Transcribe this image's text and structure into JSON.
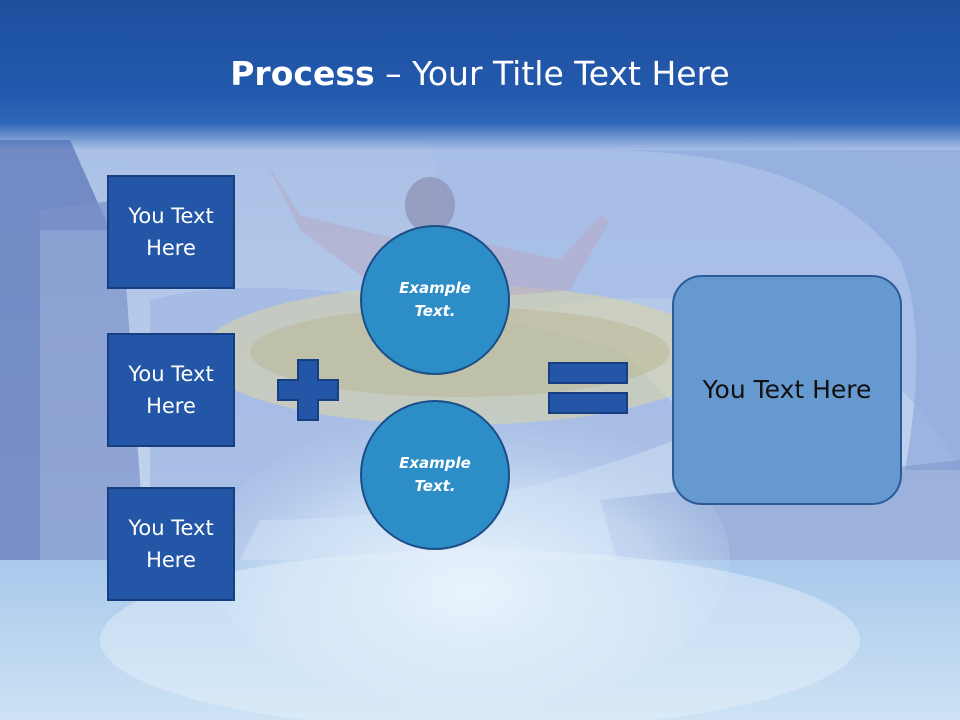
{
  "title": {
    "bold": "Process",
    "rest": " – Your Title Text Here"
  },
  "left_boxes": [
    {
      "line1": "You Text",
      "line2": "Here"
    },
    {
      "line1": "You Text",
      "line2": "Here"
    },
    {
      "line1": "You Text",
      "line2": "Here"
    }
  ],
  "circles": [
    {
      "line1": "Example",
      "line2": "Text."
    },
    {
      "line1": "Example",
      "line2": "Text."
    }
  ],
  "result": {
    "label": "You Text Here"
  },
  "colors": {
    "title_band": "#2359ac",
    "left_box_fill": "#2356a6",
    "circle_fill": "#2c8dc7",
    "result_fill": "#6699cf",
    "operator_fill": "#2356a6"
  },
  "icons": {
    "operator_1": "plus-icon",
    "operator_2": "equals-icon"
  }
}
